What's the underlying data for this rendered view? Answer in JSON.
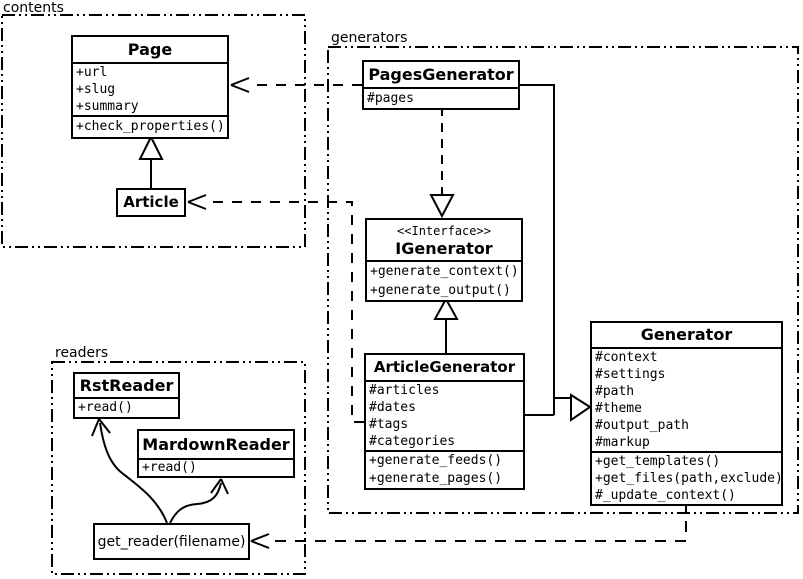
{
  "packages": {
    "contents": {
      "label": "contents"
    },
    "generators": {
      "label": "generators"
    },
    "readers": {
      "label": "readers"
    }
  },
  "classes": {
    "page": {
      "title": "Page",
      "attrs": [
        "+url",
        "+slug",
        "+summary"
      ],
      "methods": [
        "+check_properties()"
      ]
    },
    "article": {
      "title": "Article"
    },
    "pages_generator": {
      "title": "PagesGenerator",
      "attrs": [
        "#pages"
      ]
    },
    "igenerator": {
      "stereotype": "<<Interface>>",
      "title": "IGenerator",
      "methods": [
        "+generate_context()",
        "+generate_output()"
      ]
    },
    "article_generator": {
      "title": "ArticleGenerator",
      "attrs": [
        "#articles",
        "#dates",
        "#tags",
        "#categories"
      ],
      "methods": [
        "+generate_feeds()",
        "+generate_pages()"
      ]
    },
    "generator": {
      "title": "Generator",
      "attrs": [
        "#context",
        "#settings",
        "#path",
        "#theme",
        "#output_path",
        "#markup"
      ],
      "methods": [
        "+get_templates()",
        "+get_files(path,exclude)",
        "#_update_context()"
      ]
    },
    "rst_reader": {
      "title": "RstReader",
      "methods": [
        "+read()"
      ]
    },
    "mardown_reader": {
      "title": "MardownReader",
      "methods": [
        "+read()"
      ]
    },
    "get_reader": {
      "label": "get_reader(filename)"
    }
  },
  "colors": {
    "line": "#000000",
    "background": "#ffffff"
  }
}
